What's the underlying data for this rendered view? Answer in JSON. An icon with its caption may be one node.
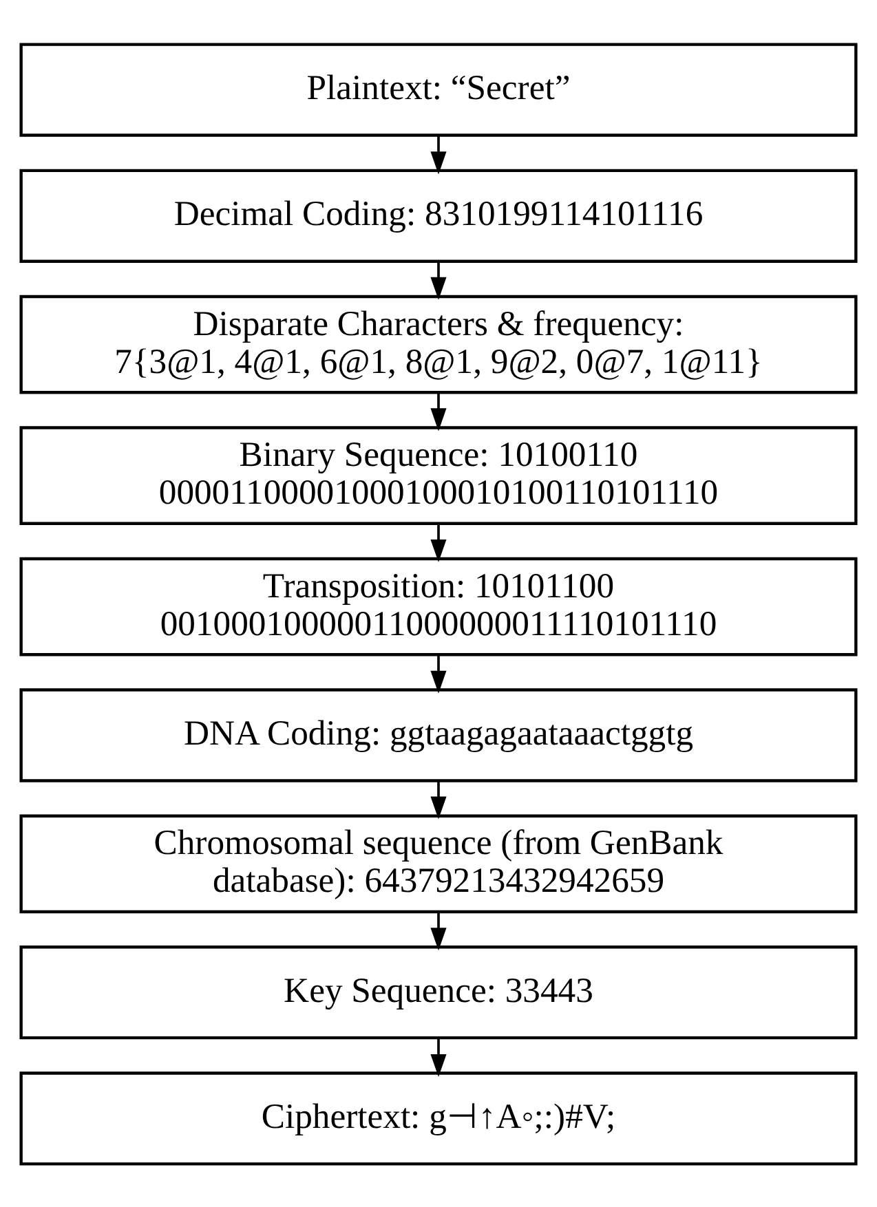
{
  "diagram": {
    "nodes": [
      {
        "text": [
          "Plaintext: “Secret”"
        ]
      },
      {
        "text": [
          "Decimal Coding: 8310199114101116"
        ]
      },
      {
        "text": [
          "Disparate Characters & frequency: 7{3@1, 4@1, 6@1, 8@1, 9@2, 0@7, 1@11}"
        ]
      },
      {
        "text": [
          "Binary Sequence: 10100110 00001100001000100010100110101110"
        ]
      },
      {
        "text": [
          "Transposition: 10101100 00100010000011000000011110101110"
        ]
      },
      {
        "text": [
          "DNA Coding: ggtaagagaataaactggtg"
        ]
      },
      {
        "text": [
          "Chromosomal sequence (from GenBank database): 64379213432942659"
        ]
      },
      {
        "text": [
          "Key Sequence: 33443"
        ]
      },
      {
        "text": [
          "Ciphertext: g⊣↑A◦;:)#V;"
        ]
      }
    ],
    "edges": [
      {
        "from": 0,
        "to": 1,
        "arrow": "to"
      },
      {
        "from": 1,
        "to": 2,
        "arrow": "to"
      },
      {
        "from": 2,
        "to": 3,
        "arrow": "to"
      },
      {
        "from": 3,
        "to": 4,
        "arrow": "to"
      },
      {
        "from": 4,
        "to": 5,
        "arrow": "to"
      },
      {
        "from": 5,
        "to": 6,
        "arrow": "to"
      },
      {
        "from": 6,
        "to": 7,
        "arrow": "to"
      },
      {
        "from": 7,
        "to": 8,
        "arrow": "to"
      }
    ]
  }
}
